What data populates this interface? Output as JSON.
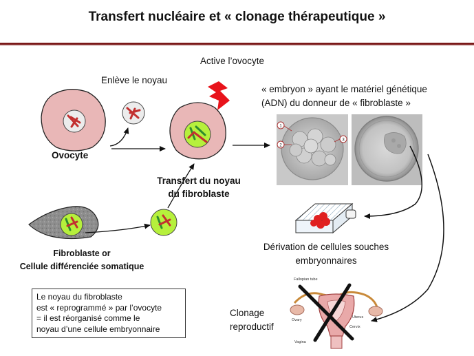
{
  "title": "Transfert nucléaire et  « clonage thérapeutique »",
  "labels": {
    "active_ovocyte": "Active l’ovocyte",
    "enleve_noyau": "Enlève le noyau",
    "embryon_line1": "« embryon » ayant le matériel génétique",
    "embryon_line2": "(ADN) du donneur de « fibroblaste »",
    "ovocyte": "Ovocyte",
    "transfert_line1": "Transfert du noyau",
    "transfert_line2": "du fibroblaste",
    "fibroblaste_line1": "Fibroblaste or",
    "fibroblaste_line2": "Cellule différenciée somatique",
    "derivation_line1": "Dérivation de cellules souches",
    "derivation_line2": "embryonnaires",
    "clonage_line1": "Clonage",
    "clonage_line2": "reproductif",
    "micro_markers": [
      "1",
      "2",
      "3"
    ]
  },
  "note": {
    "line1": "Le noyau du fibroblaste",
    "line2": "est « reprogrammé » par l’ovocyte",
    "line3": "= il est réorganisé comme le",
    "line4": "noyau d’une cellule embryonnaire"
  },
  "uterus_labels": {
    "fallopian": "Fallopian tube",
    "ovary": "Ovary",
    "uterus": "Uterus",
    "cervix": "Cervix",
    "vagina": "Vagina"
  },
  "colors": {
    "title_rule": "#7b1a1a",
    "ovocyte_fill": "#e9b7b7",
    "green_fill": "#b6f03c",
    "fibro_fill": "#8d8d8d",
    "chromosome_red": "#c23030",
    "chromosome_green": "#2e8b2e",
    "lightning": "#e8131b"
  }
}
